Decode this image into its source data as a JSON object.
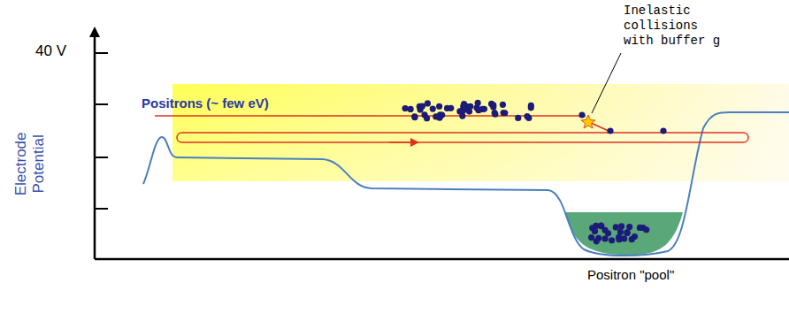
{
  "diagram": {
    "labels": [
      "40 V",
      "Electrode Potential",
      "Positrons (~ few eV)",
      "Inelastic collisions with buffer g",
      "Positron \"pool\""
    ]
  }
}
